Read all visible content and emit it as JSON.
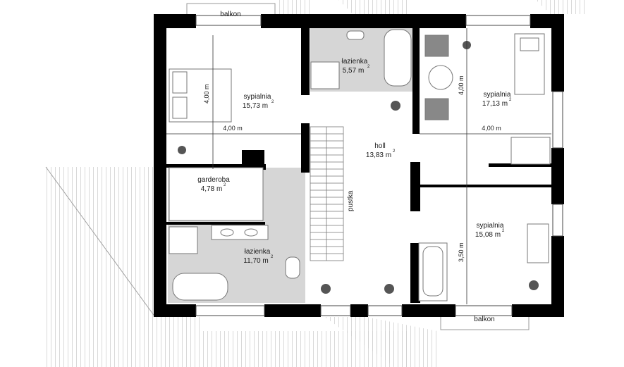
{
  "rooms": {
    "bedroom_nw": {
      "name": "sypialnia",
      "area": "15,73 m",
      "sup": "2"
    },
    "bath_small": {
      "name": "łazienka",
      "area": "5,57 m",
      "sup": "2"
    },
    "bedroom_ne": {
      "name": "sypialnia",
      "area": "17,13 m",
      "sup": "2"
    },
    "hall": {
      "name": "holl",
      "area": "13,83 m",
      "sup": "2"
    },
    "wardrobe": {
      "name": "garderoba",
      "area": "4,78 m",
      "sup": "2"
    },
    "bath_large": {
      "name": "łazienka",
      "area": "11,70 m",
      "sup": "2"
    },
    "bedroom_se": {
      "name": "sypialnia",
      "area": "15,08 m",
      "sup": "2"
    },
    "void": {
      "name": "pustka"
    }
  },
  "balconies": {
    "top": "balkon",
    "bottom": "balkon"
  },
  "dimensions": {
    "nw_vertical": "4,00 m",
    "nw_horizontal": "4,00 m",
    "ne_vertical": "4,00 m",
    "ne_horizontal": "4,00 m",
    "se_vertical": "3,50 m"
  },
  "colors": {
    "wall": "#000000",
    "tile": "#d8d8d8",
    "roof_line": "#9a9a9a",
    "furniture": "#8a8a8a"
  }
}
